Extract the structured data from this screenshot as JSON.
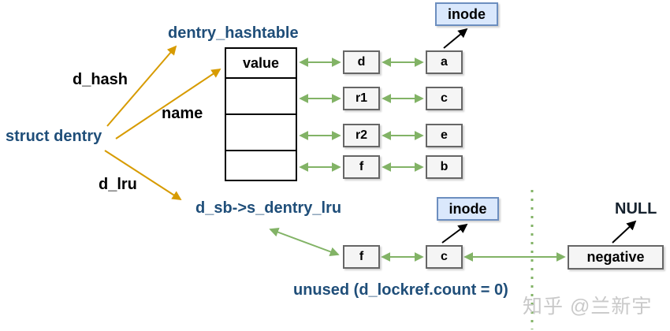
{
  "colors": {
    "navy": "#1f4e79",
    "gold": "#d79b00",
    "green": "#82b366",
    "inode_fill": "#dae8fc",
    "inode_border": "#6c8ebf",
    "box_fill": "#f5f5f5",
    "box_border": "#666666",
    "watermark": "#c9c9c9"
  },
  "labels": {
    "dentry_hashtable": "dentry_hashtable",
    "d_hash": "d_hash",
    "name": "name",
    "struct_dentry": "struct dentry",
    "d_lru": "d_lru",
    "d_sb_lru": "d_sb->s_dentry_lru",
    "unused": "unused (d_lockref.count = 0)",
    "null": "NULL",
    "inode_top": "inode",
    "inode_bottom": "inode",
    "value_header": "value"
  },
  "hashtable": {
    "header": "value",
    "empty_rows": 3
  },
  "hash_rows": [
    {
      "dentry": "d",
      "alias": "a"
    },
    {
      "dentry": "r1",
      "alias": "c"
    },
    {
      "dentry": "r2",
      "alias": "e"
    },
    {
      "dentry": "f",
      "alias": "b"
    }
  ],
  "lru_nodes": [
    {
      "label": "f"
    },
    {
      "label": "c"
    },
    {
      "label": "negative"
    }
  ],
  "watermark": "知乎 @兰新宇"
}
